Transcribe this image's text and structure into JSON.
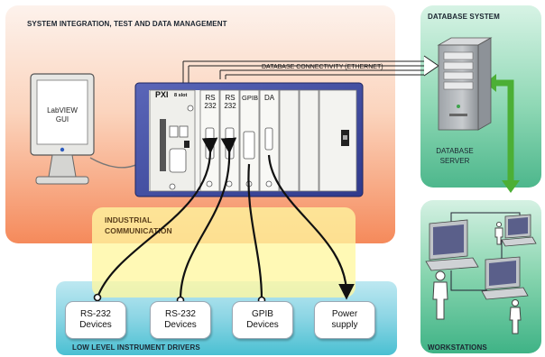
{
  "regions": {
    "integration": "SYSTEM INTEGRATION, TEST AND DATA MANAGEMENT",
    "database": "DATABASE SYSTEM",
    "communication": "INDUSTRIAL\nCOMMUNICATION",
    "drivers": "LOW LEVEL INSTRUMENT DRIVERS",
    "workstations": "WORKSTATIONS"
  },
  "connectivity_label": "DATABASE CONNECTIVITY (ETHERNET)",
  "monitor_screen_text": "LabVIEW\nGUI",
  "chassis": {
    "name": "PXI",
    "slots_label": "8 slot",
    "modules": [
      "RS\n232",
      "RS\n232",
      "GPIB",
      "DA"
    ]
  },
  "server_label": "DATABASE\nSERVER",
  "devices": [
    "RS-232\nDevices",
    "RS-232\nDevices",
    "GPIB\nDevices",
    "Power\nsupply"
  ],
  "colors": {
    "integration_panel": "#f47a4a",
    "database_panel": "#4db78c",
    "workstation_panel": "#3fb386",
    "drivers_panel": "#4ac0d2",
    "communication_band": "#fff6a0",
    "link_arrow": "#4caf35"
  },
  "icons": [
    "monitor-icon",
    "server-icon",
    "workstation-icon",
    "person-icon"
  ]
}
